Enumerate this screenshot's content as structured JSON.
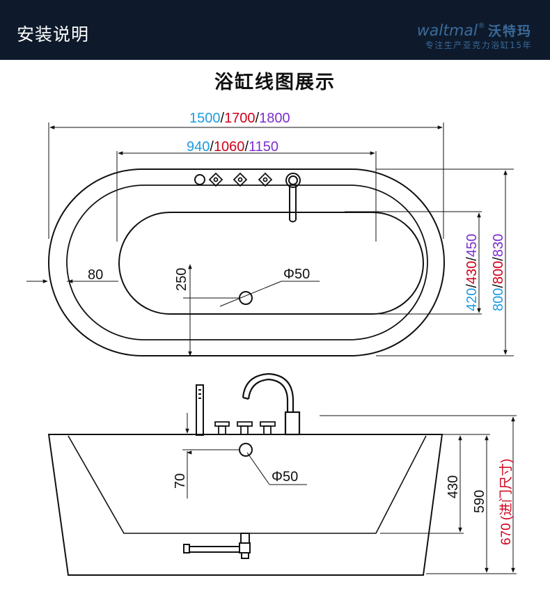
{
  "header": {
    "title": "安装说明",
    "brand_en": "waltmal",
    "brand_mark": "®",
    "brand_cn": "沃特玛",
    "slogan": "专注生产亚克力浴缸15年"
  },
  "section_title": "浴缸线图展示",
  "top_view": {
    "length_values": [
      "1500",
      "1700",
      "1800"
    ],
    "inner_length_values": [
      "940",
      "1060",
      "1150"
    ],
    "rim_width": "80",
    "drain_offset": "250",
    "drain_diameter": "Φ50",
    "inner_width_values": [
      "420",
      "430",
      "450"
    ],
    "outer_width_values": [
      "800",
      "800",
      "830"
    ]
  },
  "side_view": {
    "overflow_offset": "70",
    "overflow_diameter": "Φ50",
    "inner_depth": "430",
    "rim_height": "590",
    "total_height": "670",
    "door_note": "(进门尺寸)"
  },
  "colors": {
    "blue": "#1e9be0",
    "red": "#d0021b",
    "purple": "#7b2fd0",
    "header_bg": "#0e1a2b",
    "brand": "#3a6a9a"
  }
}
